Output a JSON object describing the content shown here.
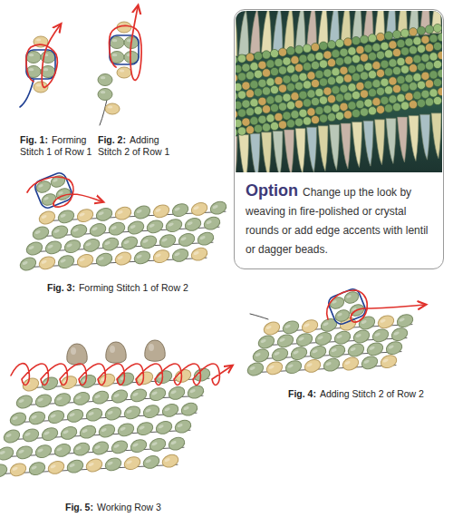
{
  "diagram": {
    "nodes": [
      {
        "text": [
          "Option",
          "Change up the look by weaving in fire-polished or crystal rounds or add edge accents with lentil or dagger beads."
        ]
      }
    ],
    "labels": [
      "Fig. 1:",
      "Forming Stitch 1 of Row 1",
      "Fig. 2:",
      "Adding Stitch 2 of Row 1",
      "Fig. 3:",
      "Forming Stitch 1 of Row 2",
      "Fig. 4:",
      "Adding Stitch 2 of Row 2",
      "Fig. 5:",
      "Working Row 3"
    ]
  }
}
